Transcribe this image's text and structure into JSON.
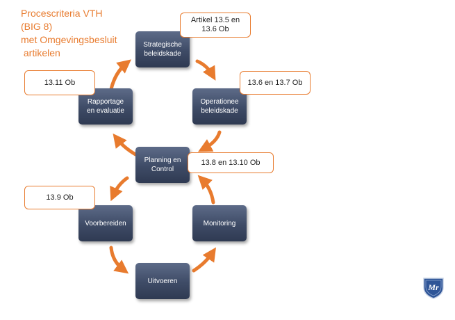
{
  "title_lines": [
    "Procescriteria VTH",
    "(BIG 8)",
    "met Omgevingsbesluit",
    " artikelen"
  ],
  "nodes": {
    "strategisch": [
      "Strategische",
      "beleidskade"
    ],
    "operationeel": [
      "Operationee",
      "beleidskade"
    ],
    "planning": [
      "Planning en",
      "Control"
    ],
    "rapportage": [
      "Rapportage",
      "en evaluatie"
    ],
    "voorbereiden": [
      "Voorbereiden"
    ],
    "monitoring": [
      "Monitoring"
    ],
    "uitvoeren": [
      "Uitvoeren"
    ]
  },
  "callouts": {
    "artikel_13_5": [
      "Artikel 13.5 en",
      "13.6 Ob"
    ],
    "artikel_13_6_13_7": [
      "13.6 en 13.7 Ob"
    ],
    "artikel_13_8_13_10": [
      "13.8 en 13.10 Ob"
    ],
    "artikel_13_11": [
      "13.11 Ob"
    ],
    "artikel_13_9": [
      "13.9 Ob"
    ]
  },
  "logo_text": "Mr",
  "colors": {
    "accent": "#e87b2e",
    "node": "#3e4b66",
    "logo": "#2f5597"
  },
  "icons": {
    "arrow": "orange-curved-arrow",
    "logo": "shield-logo"
  }
}
